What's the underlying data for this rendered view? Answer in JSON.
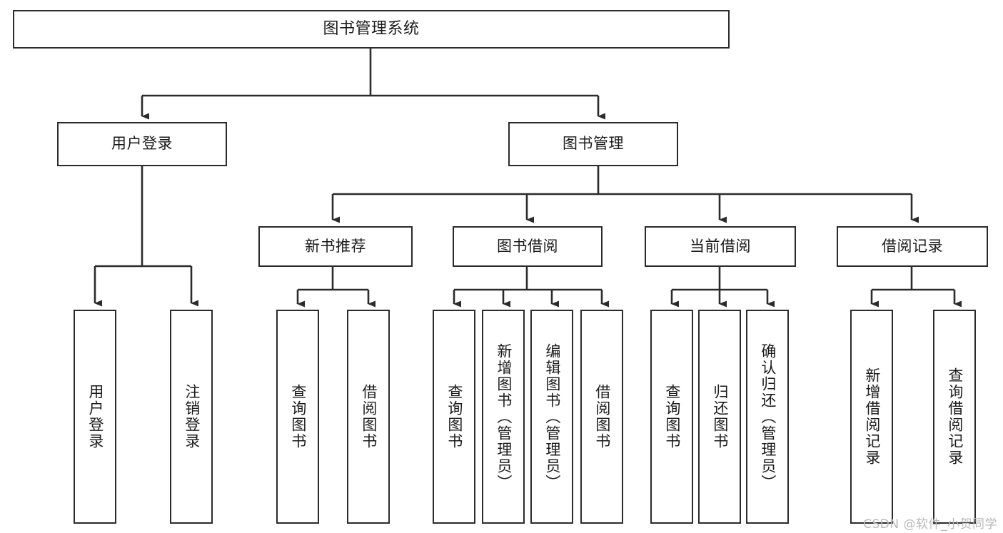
{
  "diagram": {
    "type": "tree-hierarchy",
    "title": "图书管理系统",
    "root": {
      "id": "root",
      "label": "图书管理系统"
    },
    "level1": [
      {
        "id": "user-login",
        "label": "用户登录"
      },
      {
        "id": "book-management",
        "label": "图书管理"
      }
    ],
    "level2": [
      {
        "id": "new-book-recommend",
        "label": "新书推荐",
        "parent": "book-management"
      },
      {
        "id": "book-borrow",
        "label": "图书借阅",
        "parent": "book-management"
      },
      {
        "id": "current-borrow",
        "label": "当前借阅",
        "parent": "book-management"
      },
      {
        "id": "borrow-record",
        "label": "借阅记录",
        "parent": "book-management"
      }
    ],
    "leaves": [
      {
        "id": "leaf-user-login",
        "label": "用户登录",
        "parent": "user-login"
      },
      {
        "id": "leaf-logout",
        "label": "注销登录",
        "parent": "user-login"
      },
      {
        "id": "leaf-query-book-1",
        "label": "查询图书",
        "parent": "new-book-recommend"
      },
      {
        "id": "leaf-borrow-book-1",
        "label": "借阅图书",
        "parent": "new-book-recommend"
      },
      {
        "id": "leaf-query-book-2",
        "label": "查询图书",
        "parent": "book-borrow"
      },
      {
        "id": "leaf-add-book",
        "label": "新增图书（管理员）",
        "parent": "book-borrow"
      },
      {
        "id": "leaf-edit-book",
        "label": "编辑图书（管理员）",
        "parent": "book-borrow"
      },
      {
        "id": "leaf-borrow-book-2",
        "label": "借阅图书",
        "parent": "book-borrow"
      },
      {
        "id": "leaf-query-book-3",
        "label": "查询图书",
        "parent": "current-borrow"
      },
      {
        "id": "leaf-return-book",
        "label": "归还图书",
        "parent": "current-borrow"
      },
      {
        "id": "leaf-confirm-return",
        "label": "确认归还（管理员）",
        "parent": "current-borrow"
      },
      {
        "id": "leaf-add-record",
        "label": "新增借阅记录",
        "parent": "borrow-record"
      },
      {
        "id": "leaf-query-record",
        "label": "查询借阅记录",
        "parent": "borrow-record"
      }
    ]
  },
  "watermark": {
    "text": "CSDN @软件_小贺同学"
  },
  "colors": {
    "stroke": "#2b2b2b",
    "text": "#1b1b1b",
    "background": "#ffffff",
    "watermark": "#b9b9b9"
  }
}
